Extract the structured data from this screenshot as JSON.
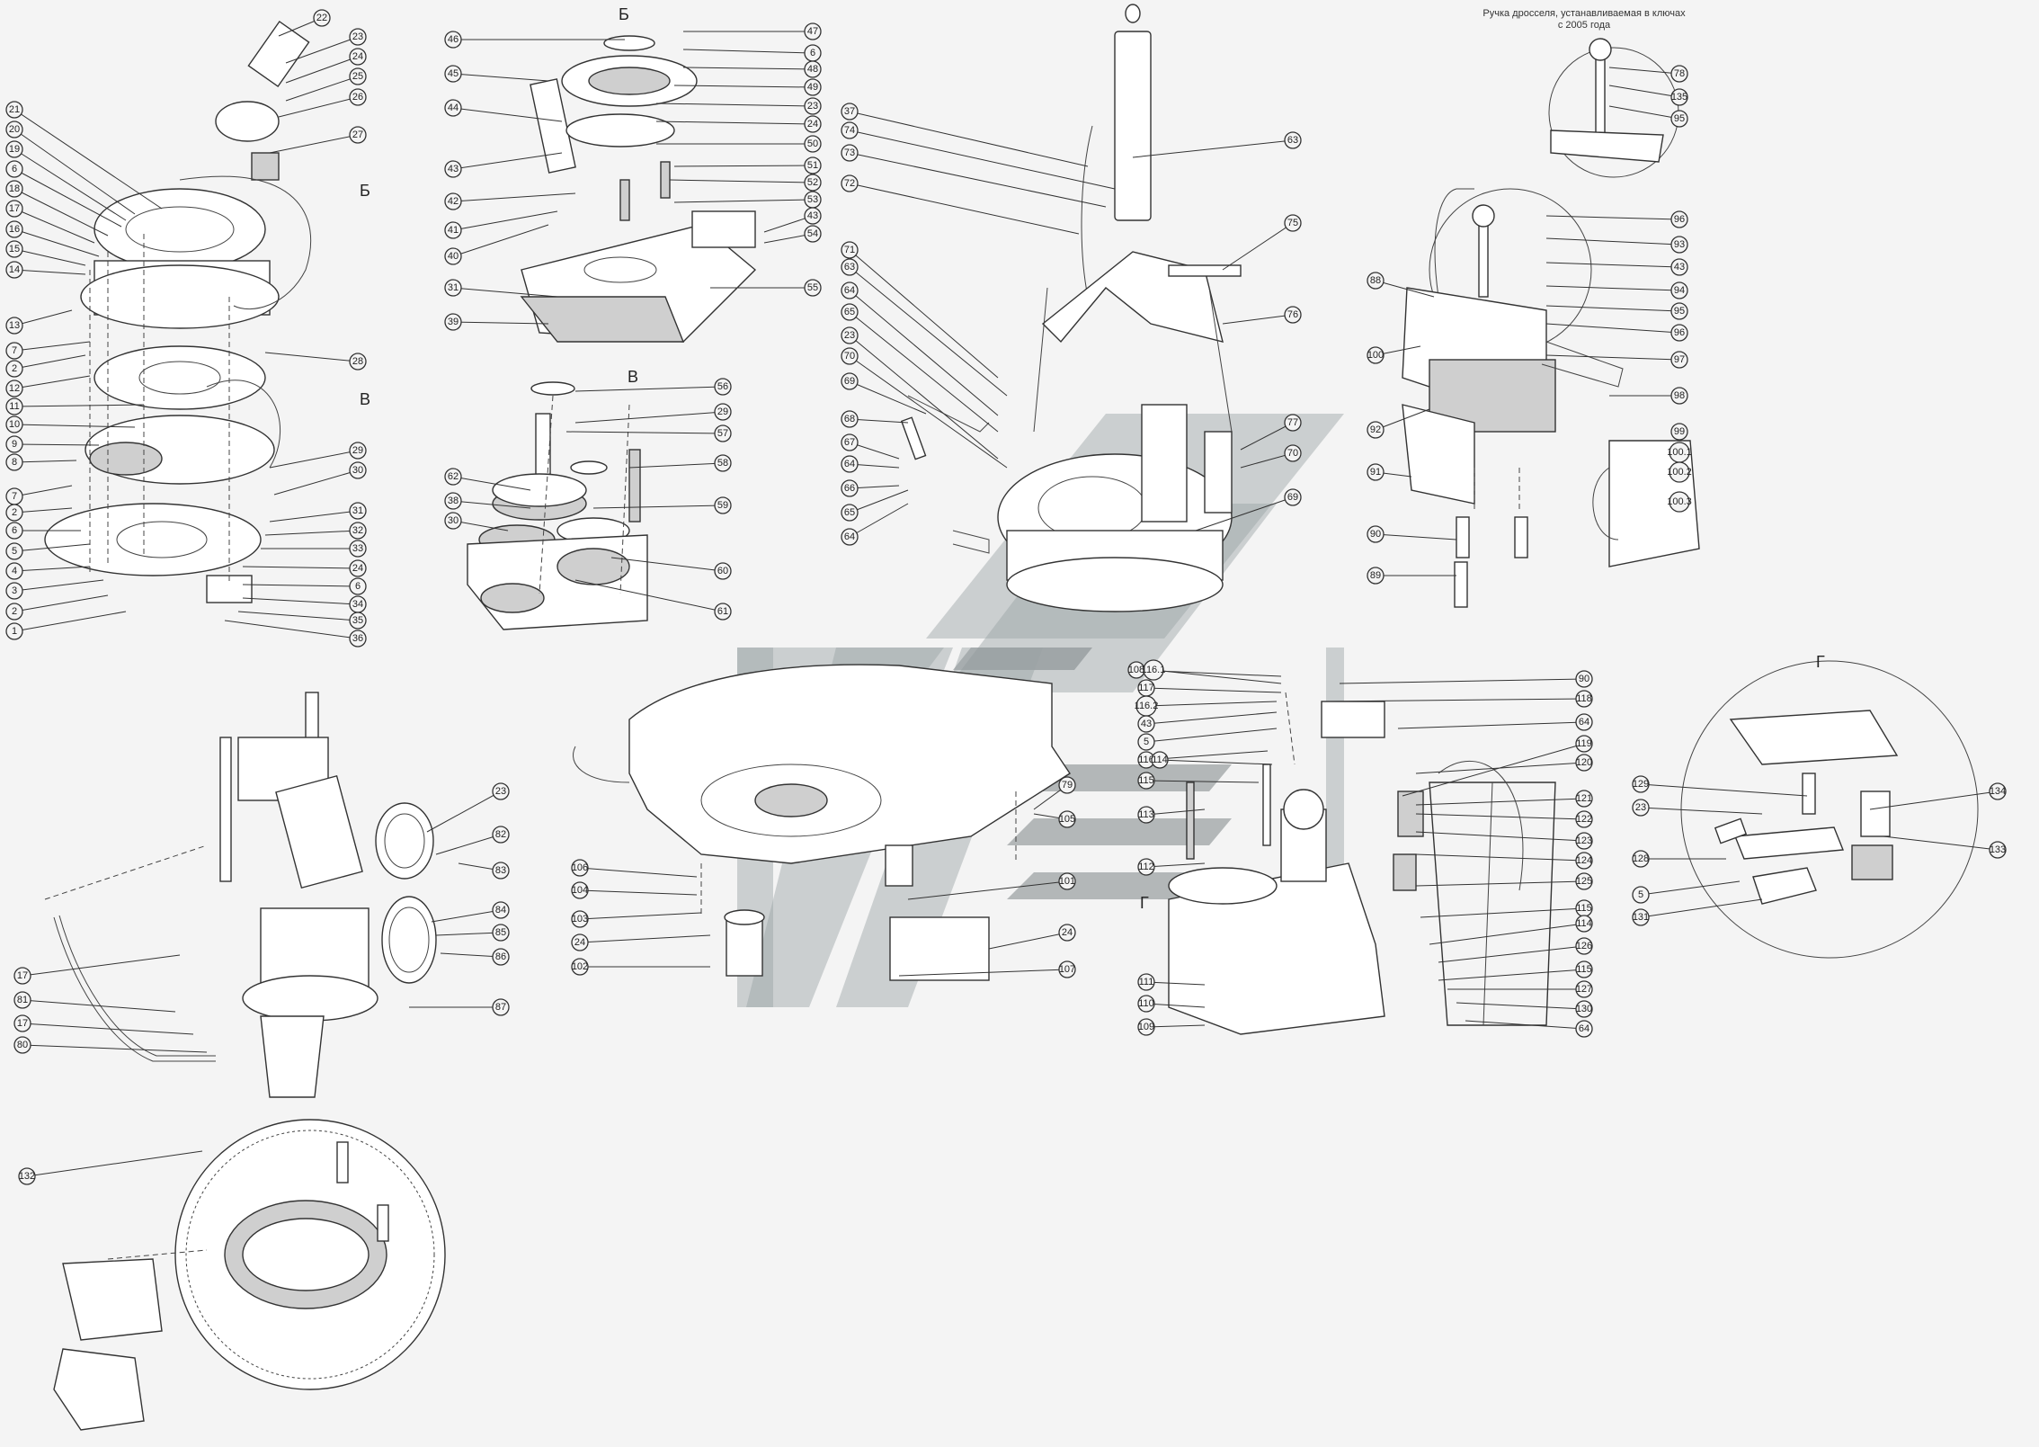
{
  "note": {
    "line1": "Ручка дросселя, устанавливаемая в ключах",
    "line2": "с 2005 года"
  },
  "section_letters": [
    {
      "id": "b1",
      "text": "Б"
    },
    {
      "id": "b2",
      "text": "Б"
    },
    {
      "id": "v1",
      "text": "В"
    },
    {
      "id": "v2",
      "text": "В"
    },
    {
      "id": "g1",
      "text": "Г"
    },
    {
      "id": "g2",
      "text": "Г"
    }
  ],
  "callouts": [
    "22",
    "23",
    "24",
    "25",
    "26",
    "27",
    "21",
    "20",
    "19",
    "6",
    "18",
    "17",
    "16",
    "15",
    "14",
    "13",
    "7",
    "2",
    "12",
    "11",
    "10",
    "9",
    "8",
    "7",
    "2",
    "6",
    "5",
    "4",
    "3",
    "2",
    "1",
    "28",
    "29",
    "30",
    "31",
    "32",
    "33",
    "24",
    "6",
    "34",
    "35",
    "36",
    "46",
    "45",
    "44",
    "43",
    "42",
    "41",
    "40",
    "31",
    "39",
    "47",
    "6",
    "48",
    "49",
    "23",
    "24",
    "50",
    "51",
    "52",
    "53",
    "43",
    "54",
    "55",
    "56",
    "29",
    "57",
    "58",
    "59",
    "60",
    "61",
    "62",
    "38",
    "30",
    "37",
    "74",
    "73",
    "72",
    "71",
    "63",
    "64",
    "65",
    "23",
    "70",
    "69",
    "68",
    "67",
    "64",
    "66",
    "65",
    "64",
    "63",
    "75",
    "76",
    "77",
    "70",
    "69",
    "78",
    "135",
    "95",
    "96",
    "93",
    "43",
    "94",
    "95",
    "96",
    "97",
    "98",
    "99",
    "100.1",
    "100.2",
    "100.3",
    "100",
    "92",
    "91",
    "90",
    "89",
    "88",
    "23",
    "82",
    "83",
    "84",
    "85",
    "86",
    "87",
    "17",
    "81",
    "17",
    "80",
    "79",
    "105",
    "106",
    "104",
    "103",
    "24",
    "102",
    "101",
    "24",
    "107",
    "108",
    "116.1",
    "117",
    "116.2",
    "43",
    "5",
    "116",
    "114",
    "115",
    "113",
    "112",
    "111",
    "110",
    "109",
    "90",
    "118",
    "64",
    "119",
    "120",
    "121",
    "122",
    "123",
    "124",
    "125",
    "115",
    "114",
    "126",
    "115",
    "127",
    "130",
    "64",
    "129",
    "23",
    "128",
    "5",
    "131",
    "134",
    "133",
    "132"
  ]
}
